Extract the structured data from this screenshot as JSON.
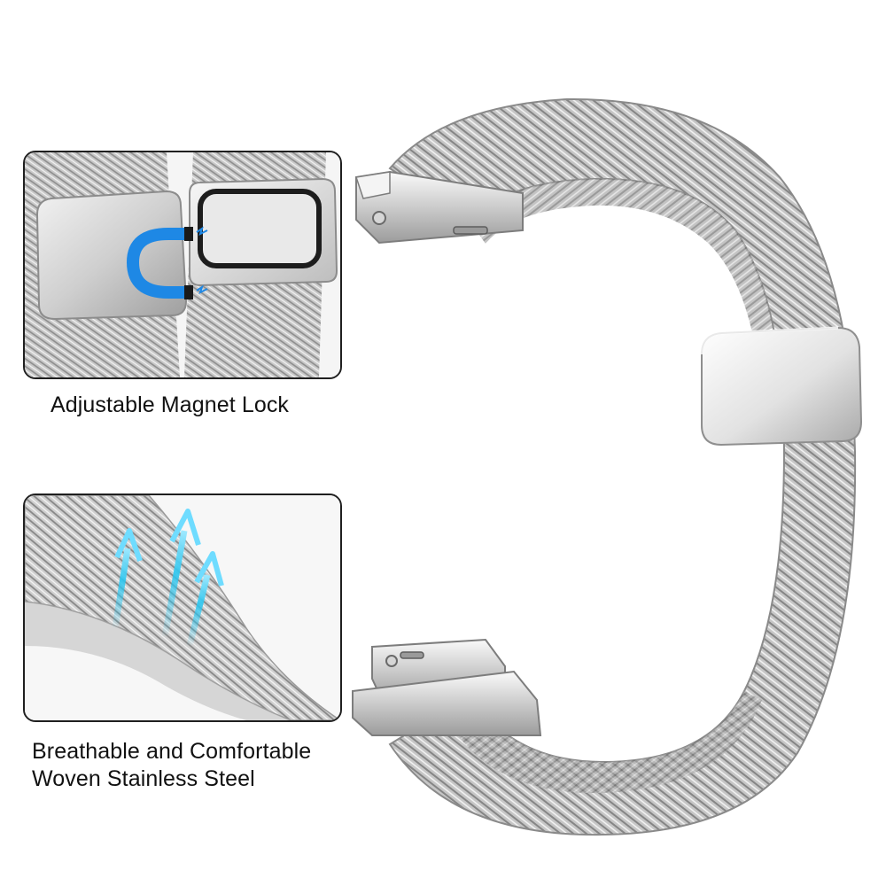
{
  "features": [
    {
      "caption_lines": [
        "Adjustable Magnet Lock"
      ],
      "icon": "magnet-icon"
    },
    {
      "caption_lines": [
        "Breathable and Comfortable",
        "Woven Stainless Steel"
      ],
      "icon": "airflow-arrows-icon"
    }
  ],
  "colors": {
    "steel_light": "#e6e6e6",
    "steel_mid": "#b9b9b9",
    "steel_dark": "#8a8a8a",
    "magnet_blue": "#1e88e5",
    "airflow_cyan": "#29c6f0",
    "panel_border": "#1f1f1f",
    "text": "#111111"
  }
}
